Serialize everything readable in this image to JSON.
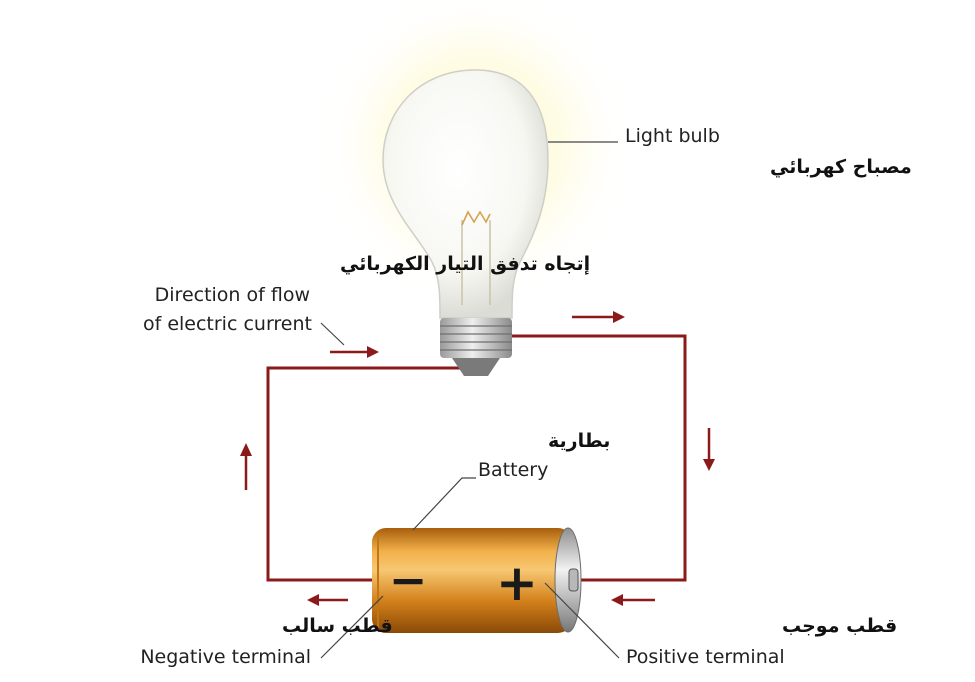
{
  "labels": {
    "light_bulb_en": "Light bulb",
    "light_bulb_ar": "مصباح كهربائي",
    "current_ar": "إتجاه تدفق التيار الكهربائي",
    "current_en_line1": "Direction of flow",
    "current_en_line2": "of electric current",
    "battery_ar": "بطارية",
    "battery_en": "Battery",
    "negative_ar": "قطب سالب",
    "negative_en": "Negative terminal",
    "positive_ar": "قطب موجب",
    "positive_en": "Positive terminal"
  },
  "battery": {
    "minus_symbol": "−",
    "plus_symbol": "+"
  },
  "colors": {
    "wire": "#8b1a1a",
    "arrow": "#8b1a1a",
    "battery_body": "#d98a1c",
    "battery_highlight": "#f6c874",
    "glow": "#fff6c2"
  }
}
